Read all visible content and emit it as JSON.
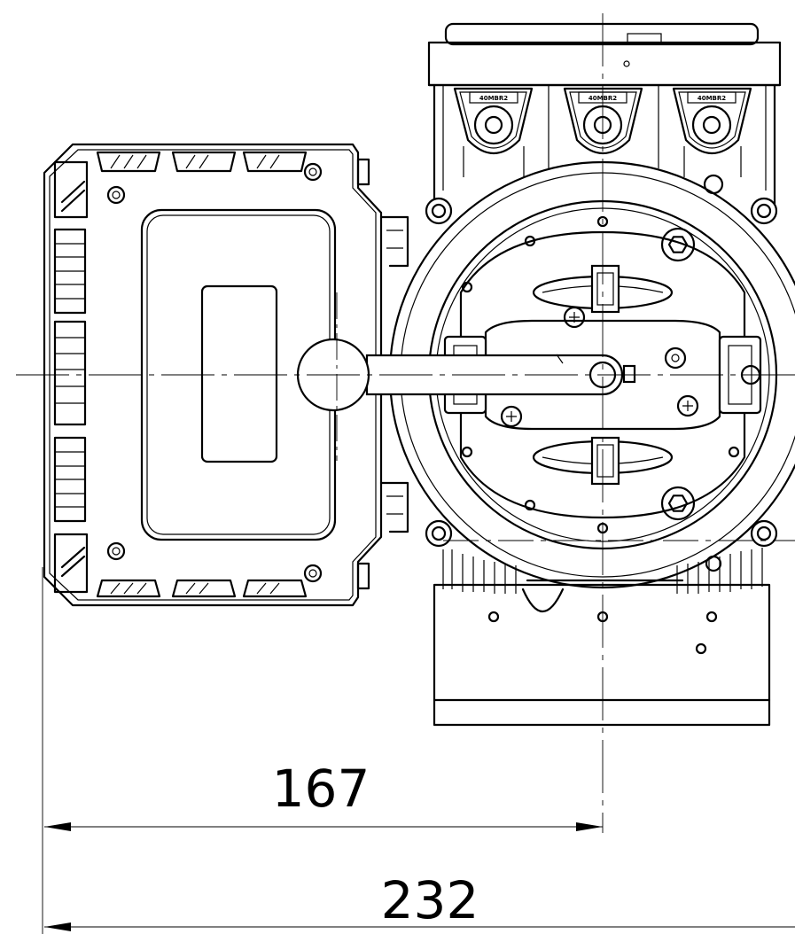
{
  "drawing": {
    "dimensions": [
      {
        "label": "167"
      },
      {
        "label": "232"
      }
    ],
    "terminal_labels": [
      "40MBR2",
      "40MBR2",
      "40MBR2"
    ]
  }
}
